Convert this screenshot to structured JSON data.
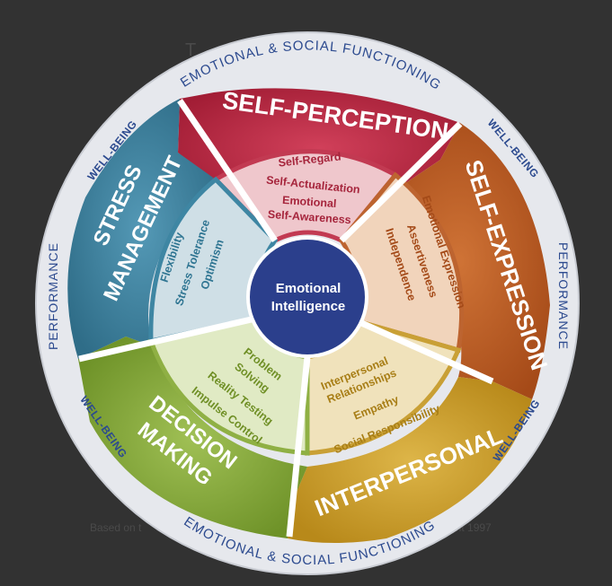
{
  "background_text": {
    "top": "T",
    "bottom_left": "Based on t",
    "bottom_right": "ght 1997"
  },
  "outer_ring": {
    "top_label": "EMOTIONAL & SOCIAL FUNCTIONING",
    "bottom_label": "EMOTIONAL & SOCIAL FUNCTIONING",
    "left_label": "PERFORMANCE",
    "right_label": "PERFORMANCE",
    "wellbeing_labels": [
      "WELL-BEING",
      "WELL-BEING",
      "WELL-BEING",
      "WELL-BEING"
    ]
  },
  "center": {
    "line1": "Emotional",
    "line2": "Intelligence",
    "color": "#2b3f8c"
  },
  "sectors": [
    {
      "title": "SELF-PERCEPTION",
      "color": "#b5243e",
      "items": [
        "Self-Regard",
        "Self-Actualization",
        "Emotional",
        "Self-Awareness"
      ]
    },
    {
      "title": "SELF-EXPRESSION",
      "color": "#b85a22",
      "items": [
        "Emotional Expression",
        "Assertiveness",
        "Independence"
      ]
    },
    {
      "title": "INTERPERSONAL",
      "color": "#c79a25",
      "items": [
        "Interpersonal",
        "Relationships",
        "Empathy",
        "Social Responsibility"
      ]
    },
    {
      "title": "DECISION MAKING",
      "title_lines": [
        "DECISION",
        "MAKING"
      ],
      "color": "#85a83a",
      "items": [
        "Problem",
        "Solving",
        "Reality Testing",
        "Impulse Control"
      ]
    },
    {
      "title": "STRESS MANAGEMENT",
      "title_lines": [
        "STRESS",
        "MANAGEMENT"
      ],
      "color": "#3a7f9c",
      "items": [
        "Flexibility",
        "Stress Tolerance",
        "Optimism"
      ]
    }
  ]
}
